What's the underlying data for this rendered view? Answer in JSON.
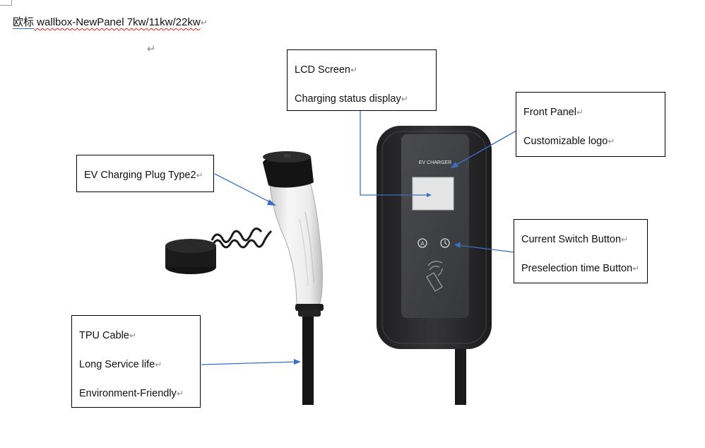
{
  "document": {
    "title_cjk": "欧标",
    "title_rest": " wallbox-NewPanel 7kw/11kw/22kw",
    "para_mark": "↵"
  },
  "device": {
    "panel_text": "EV CHARGER",
    "button_a_glyph": "A"
  },
  "callouts": {
    "lcd": {
      "line1": "LCD Screen",
      "line2": "Charging status display"
    },
    "front_panel": {
      "line1": "Front Panel",
      "line2": "Customizable logo"
    },
    "plug": {
      "line1": "EV Charging Plug Type2"
    },
    "buttons": {
      "line1": "Current Switch Button",
      "line2": "Preselection time Button"
    },
    "cable": {
      "line1": "TPU Cable",
      "line2": "Long Service life",
      "line3": "Environment-Friendly"
    }
  },
  "colors": {
    "leader": "#3a6fc4",
    "device_body": "#2d2d2f",
    "device_panel": "#3f4044",
    "plug_white": "#eeeeee",
    "cable": "#1a1a1a"
  }
}
